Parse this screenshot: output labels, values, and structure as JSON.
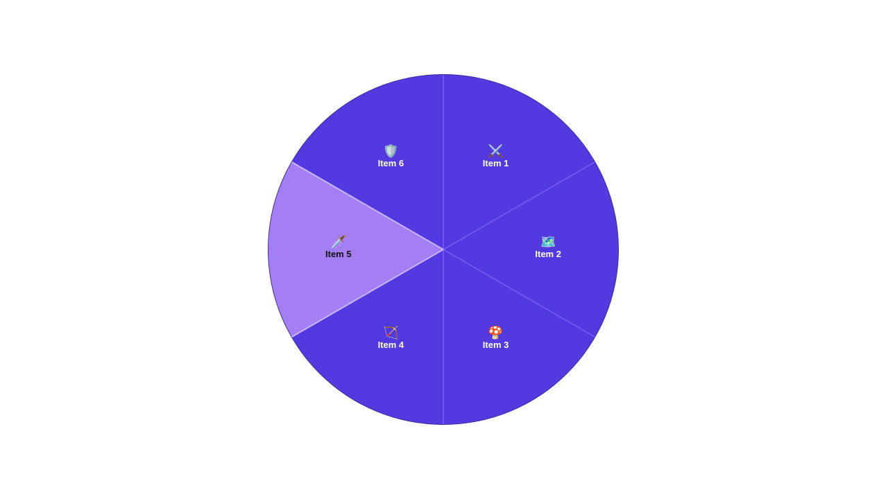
{
  "wheel": {
    "base_color": "#5239e0",
    "highlight_color": "#a47ff4",
    "divider_color": "#7d5df5",
    "label_color": "#ffffff",
    "highlight_label_color": "#111111",
    "selected_index": 4,
    "items": [
      {
        "label": "Item 1",
        "icon": "crossed-swords-icon",
        "glyph": "⚔️"
      },
      {
        "label": "Item 2",
        "icon": "map-icon",
        "glyph": "🗺️"
      },
      {
        "label": "Item 3",
        "icon": "mushroom-icon",
        "glyph": "🍄"
      },
      {
        "label": "Item 4",
        "icon": "bow-and-arrow-icon",
        "glyph": "🏹"
      },
      {
        "label": "Item 5",
        "icon": "dagger-icon",
        "glyph": "🗡️"
      },
      {
        "label": "Item 6",
        "icon": "shield-icon",
        "glyph": "🛡️"
      }
    ]
  }
}
